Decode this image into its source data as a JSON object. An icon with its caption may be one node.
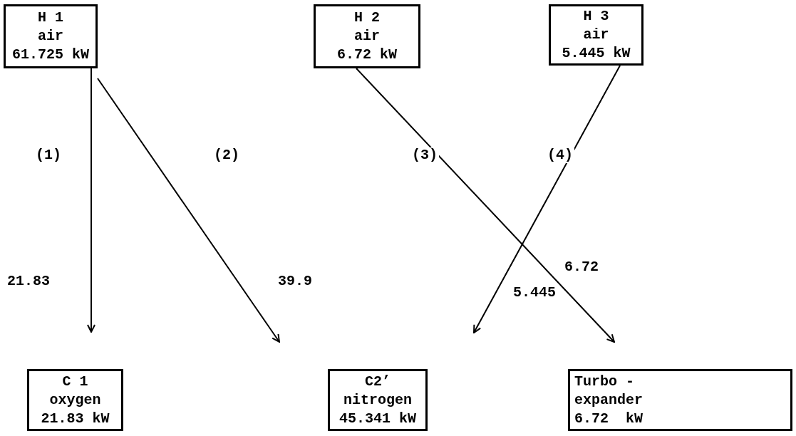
{
  "diagram": {
    "nodes": [
      {
        "text": [
          "H 1",
          "air",
          "61.725 kW"
        ]
      },
      {
        "text": [
          "H 2",
          "air",
          "6.72 kW"
        ]
      },
      {
        "text": [
          "H 3",
          "air",
          "5.445 kW"
        ]
      },
      {
        "text": [
          "C 1",
          "oxygen",
          "21.83 kW"
        ]
      },
      {
        "text": [
          "C2’",
          "nitrogen",
          "45.341 kW"
        ]
      },
      {
        "text": [
          "Turbo -",
          "expander",
          "6.72  kW"
        ]
      }
    ],
    "edges": [
      {
        "from": 0,
        "to": 3,
        "arrow": "to",
        "label": "(1)"
      },
      {
        "from": 0,
        "to": 4,
        "arrow": "to",
        "label": "(2)"
      },
      {
        "from": 1,
        "to": 5,
        "arrow": "to",
        "label": "(3)"
      },
      {
        "from": 2,
        "to": 4,
        "arrow": "to",
        "label": "(4)"
      }
    ],
    "labels": [
      "21.83",
      "39.9",
      "6.72",
      "5.445"
    ]
  }
}
